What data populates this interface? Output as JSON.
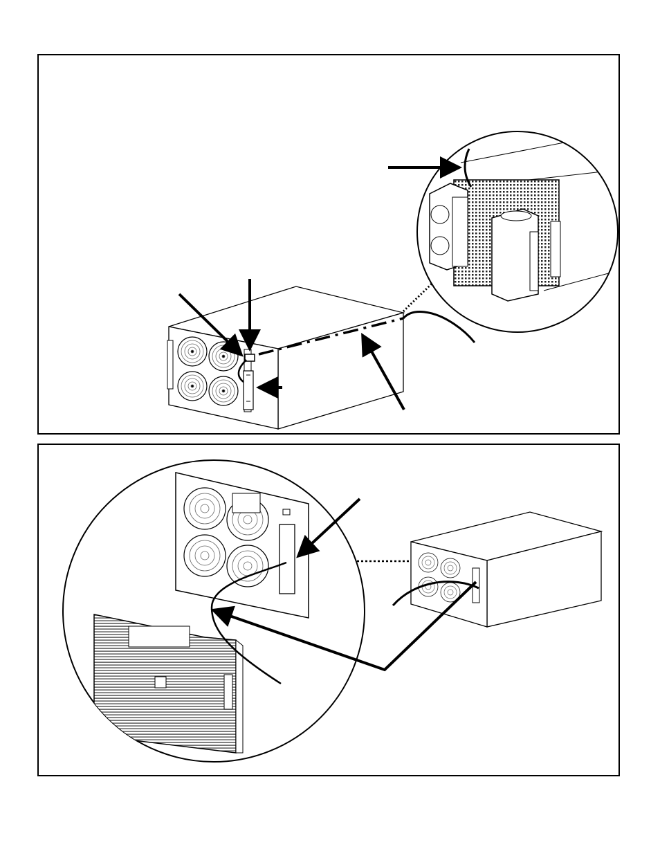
{
  "figure": {
    "panels": [
      {
        "id": "top",
        "callouts": 5
      },
      {
        "id": "bottom",
        "callouts": 1
      }
    ],
    "colors": {
      "line": "#000000",
      "background": "#ffffff",
      "fan_grille": "#777777",
      "vent": "#333333"
    }
  }
}
